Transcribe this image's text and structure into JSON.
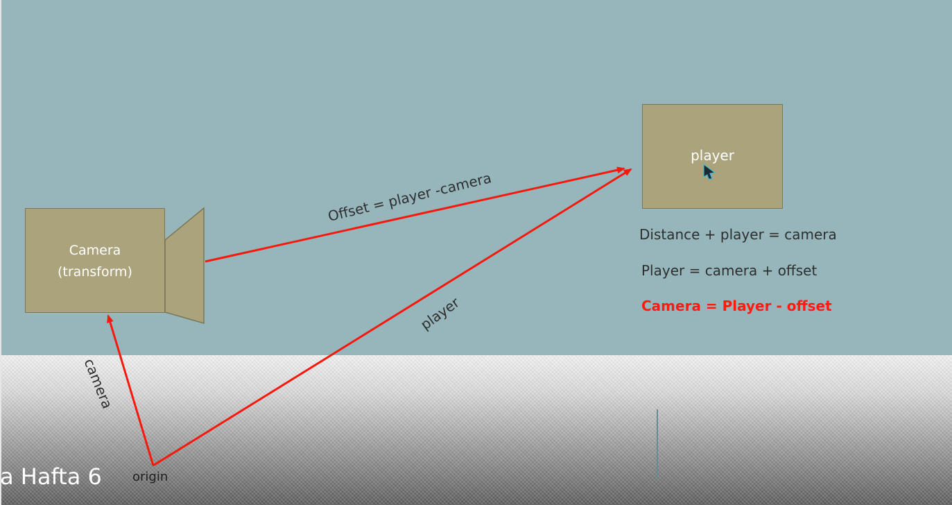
{
  "slide": {
    "title": "a Hafta 6"
  },
  "camera": {
    "line1": "Camera",
    "line2": "(transform)"
  },
  "player": {
    "label": "player"
  },
  "vectors": {
    "offset": "Offset = player -camera",
    "player": "player",
    "camera": "camera",
    "origin": "origin"
  },
  "equations": {
    "eq1": "Distance + player = camera",
    "eq2": "Player = camera  + offset",
    "eq3": "Camera = Player - offset"
  },
  "colors": {
    "arrow": "#f5190d",
    "box": "#aaa37c",
    "background": "#97b6bb",
    "highlight": "#ff1a12"
  },
  "icons": {
    "cursor": "arrow-cursor-icon"
  }
}
